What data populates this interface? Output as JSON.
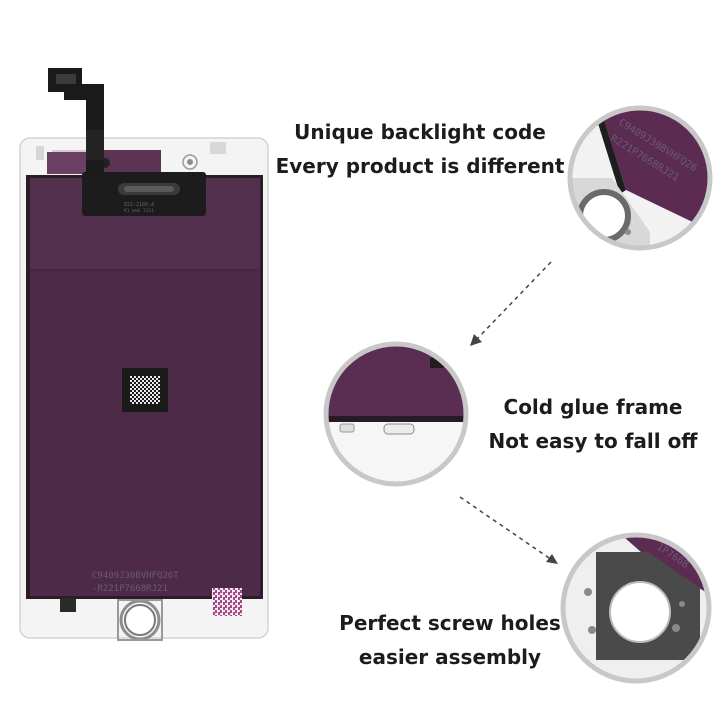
{
  "features": [
    {
      "title": "Unique backlight code",
      "subtitle": "Every product is different"
    },
    {
      "title": "Cold glue frame",
      "subtitle": "Not easy to fall off"
    },
    {
      "title": "Perfect screw holes",
      "subtitle": "easier assembly"
    }
  ],
  "product_markings": {
    "backlight_code_line1": "C9409J30BVHFQ26T",
    "backlight_code_line2": "-R221P7668RJ21",
    "zoom_code_line1": "C9409J30BVHFQ26",
    "zoom_code_line2": "R221P7668RJ21",
    "zoom_code_partial": "1P7668",
    "connector_label_line1": "821-2180-A",
    "connector_label_line2": "K1 mmb 7311"
  },
  "colors": {
    "backlight_purple": "#4d2a48",
    "backlight_border": "#3a1e36",
    "frame_white": "#f4f4f4",
    "flex_black": "#1a1a1a",
    "circle_ring": "#c8c8c8",
    "text": "#1c1c1c"
  }
}
